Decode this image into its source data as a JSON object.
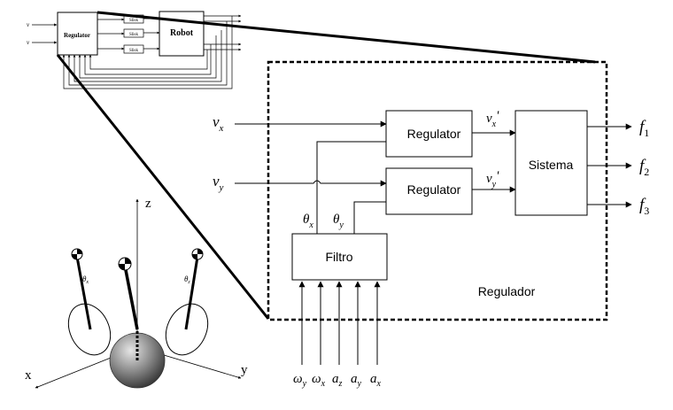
{
  "thumbnail": {
    "inputs": [
      "v",
      "v"
    ],
    "regulator_label": "Regulator",
    "block_labels": [
      "Slisk",
      "Slisk",
      "Slisk"
    ],
    "robot_label": "Robot"
  },
  "main": {
    "inputs": {
      "vx": "v",
      "vx_sub": "x",
      "vy": "v",
      "vy_sub": "y"
    },
    "regulator_x_label": "Regulator",
    "regulator_y_label": "Regulator",
    "sistema_label": "Sistema",
    "filtro_label": "Filtro",
    "theta_x": "θ",
    "theta_x_sub": "x",
    "theta_y": "θ",
    "theta_y_sub": "y",
    "vx_prime": "v",
    "vx_prime_sub": "x",
    "vx_prime_mark": "'",
    "vy_prime": "v",
    "vy_prime_sub": "y",
    "vy_prime_mark": "'",
    "outputs": [
      {
        "sym": "f",
        "sub": "1"
      },
      {
        "sym": "f",
        "sub": "2"
      },
      {
        "sym": "f",
        "sub": "3"
      }
    ],
    "filter_inputs": [
      {
        "sym": "ω",
        "sub": "y"
      },
      {
        "sym": "ω",
        "sub": "x"
      },
      {
        "sym": "a",
        "sub": "z"
      },
      {
        "sym": "a",
        "sub": "y"
      },
      {
        "sym": "a",
        "sub": "x"
      }
    ],
    "caption": "Regulador"
  },
  "robot": {
    "axis_z": "z",
    "axis_x": "x",
    "axis_y": "y",
    "theta_left": "θ",
    "theta_left_sub": "x",
    "theta_right": "θ",
    "theta_right_sub": "z"
  }
}
